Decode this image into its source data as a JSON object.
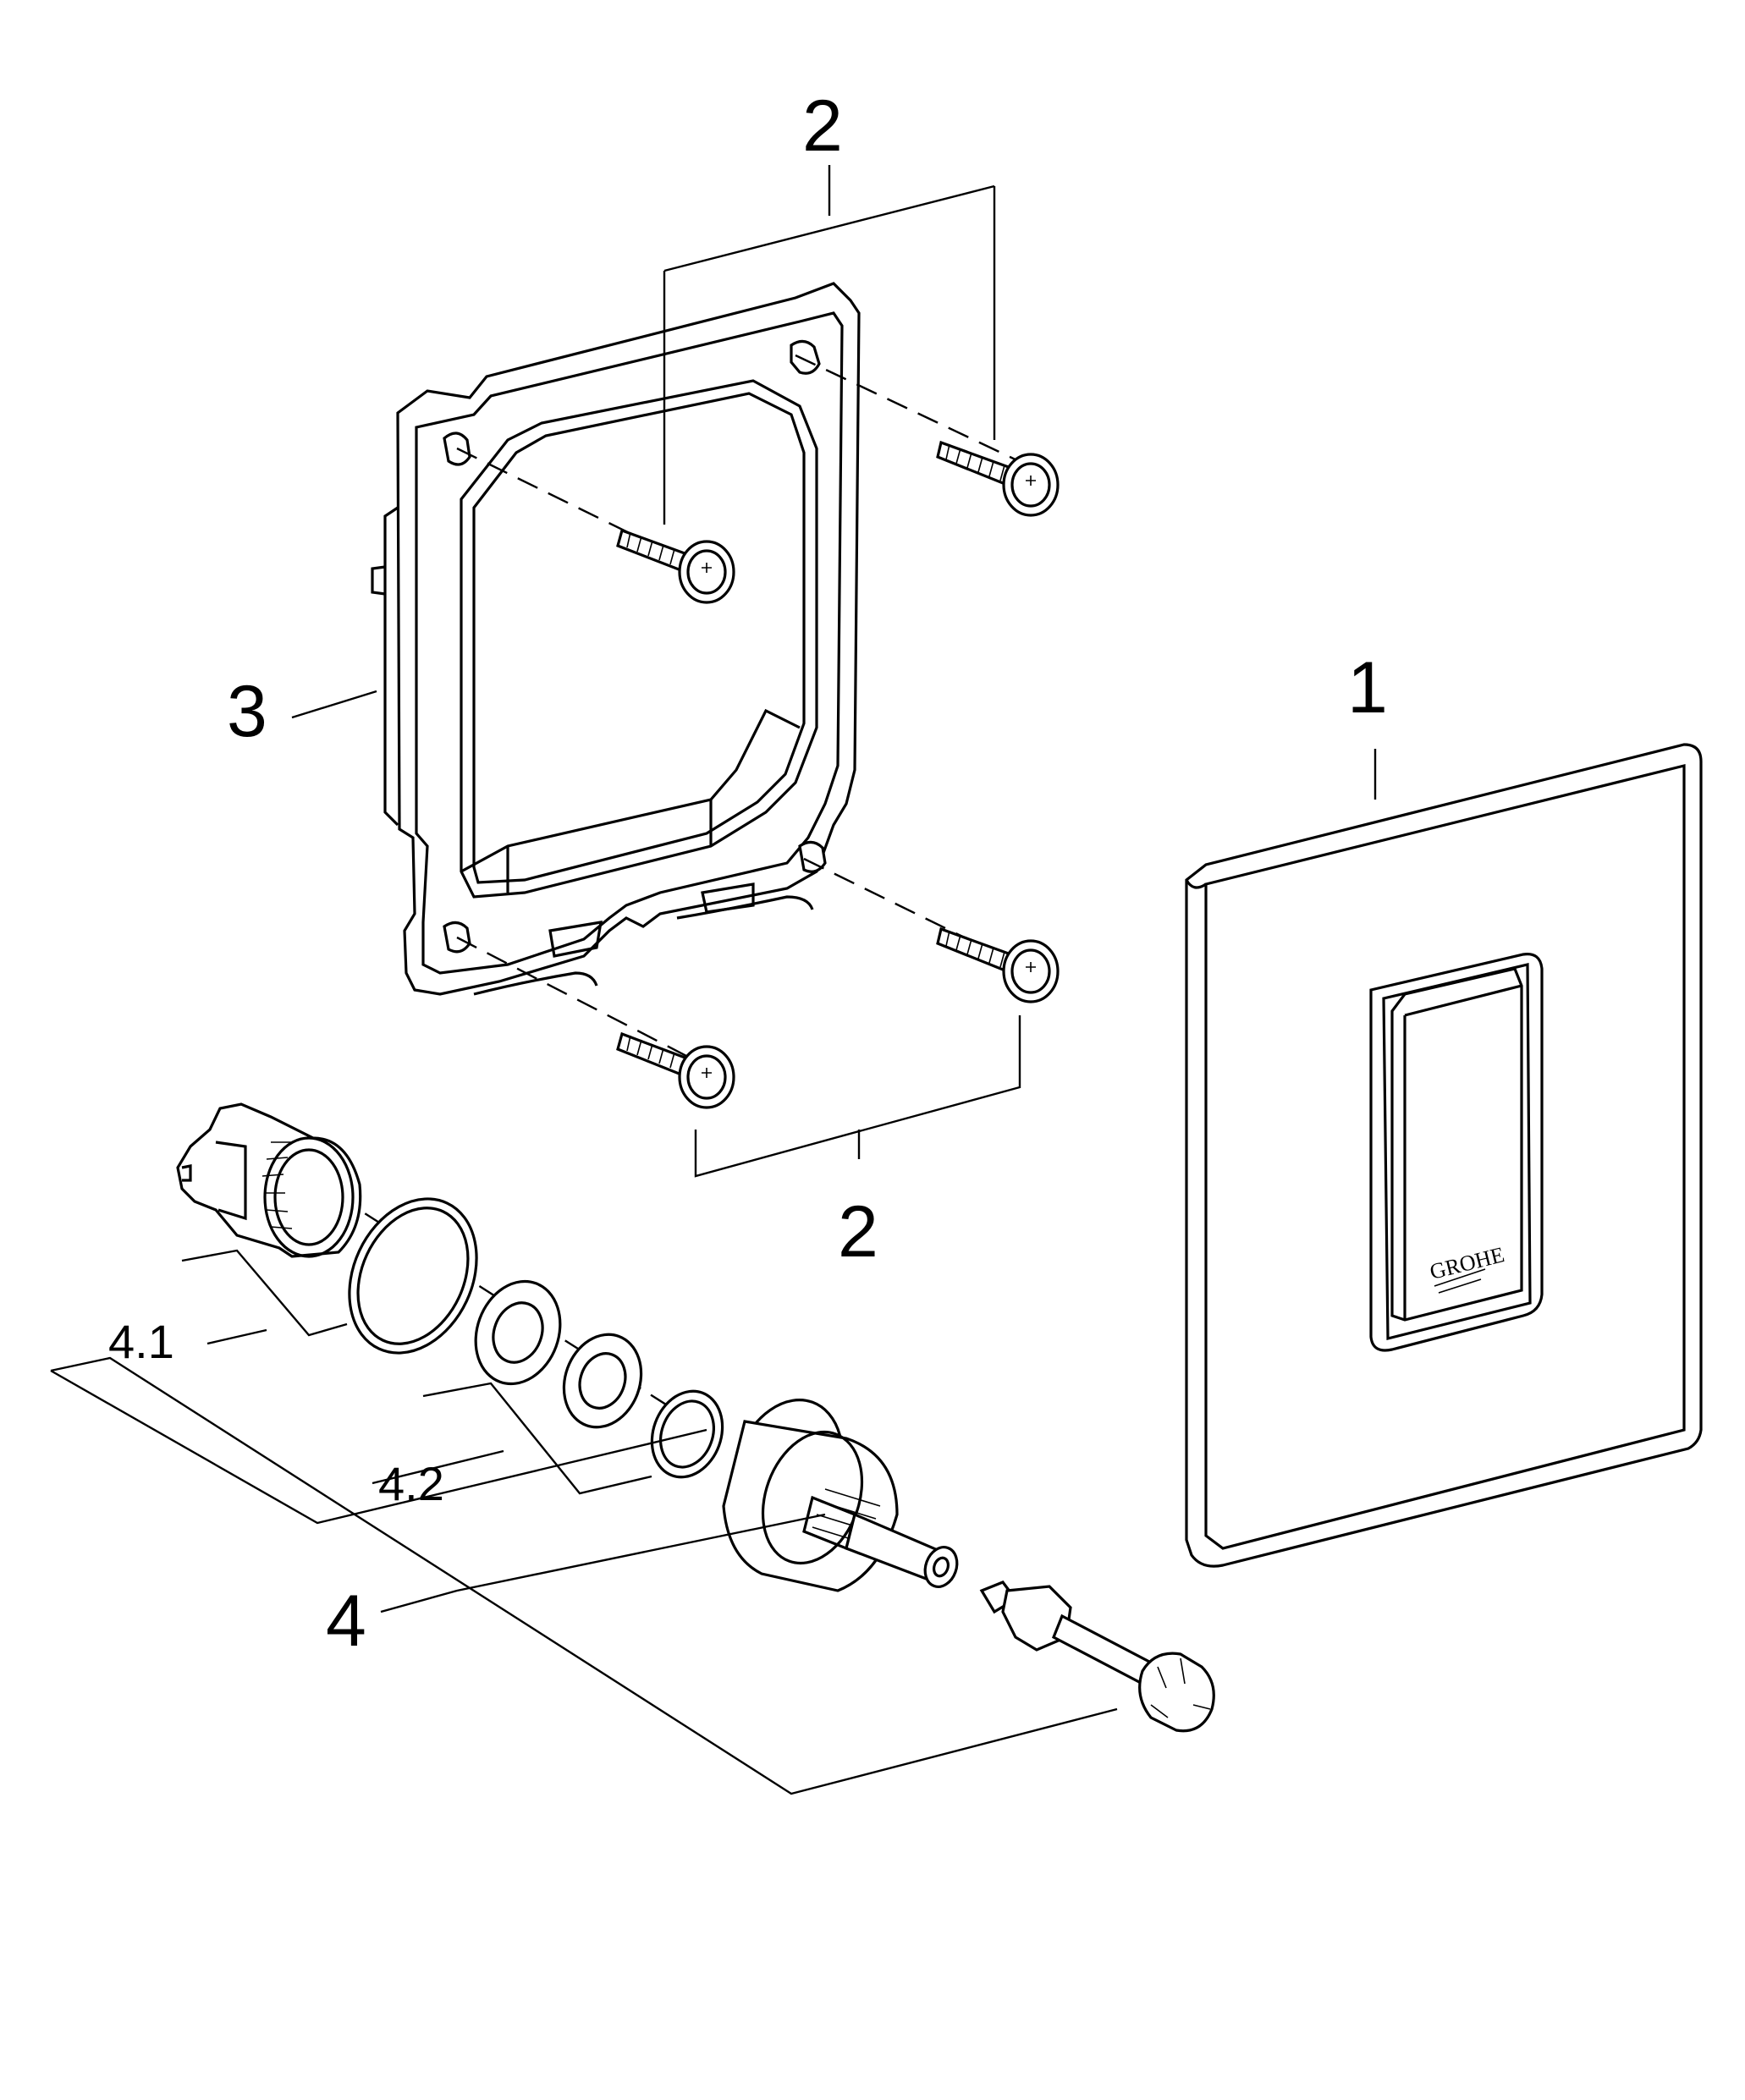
{
  "diagram": {
    "labels": {
      "p1": "1",
      "p2_top": "2",
      "p2_bottom": "2",
      "p3": "3",
      "p4": "4",
      "p41": "4.1",
      "p42": "4.2"
    },
    "logo_text": "GROHE"
  }
}
